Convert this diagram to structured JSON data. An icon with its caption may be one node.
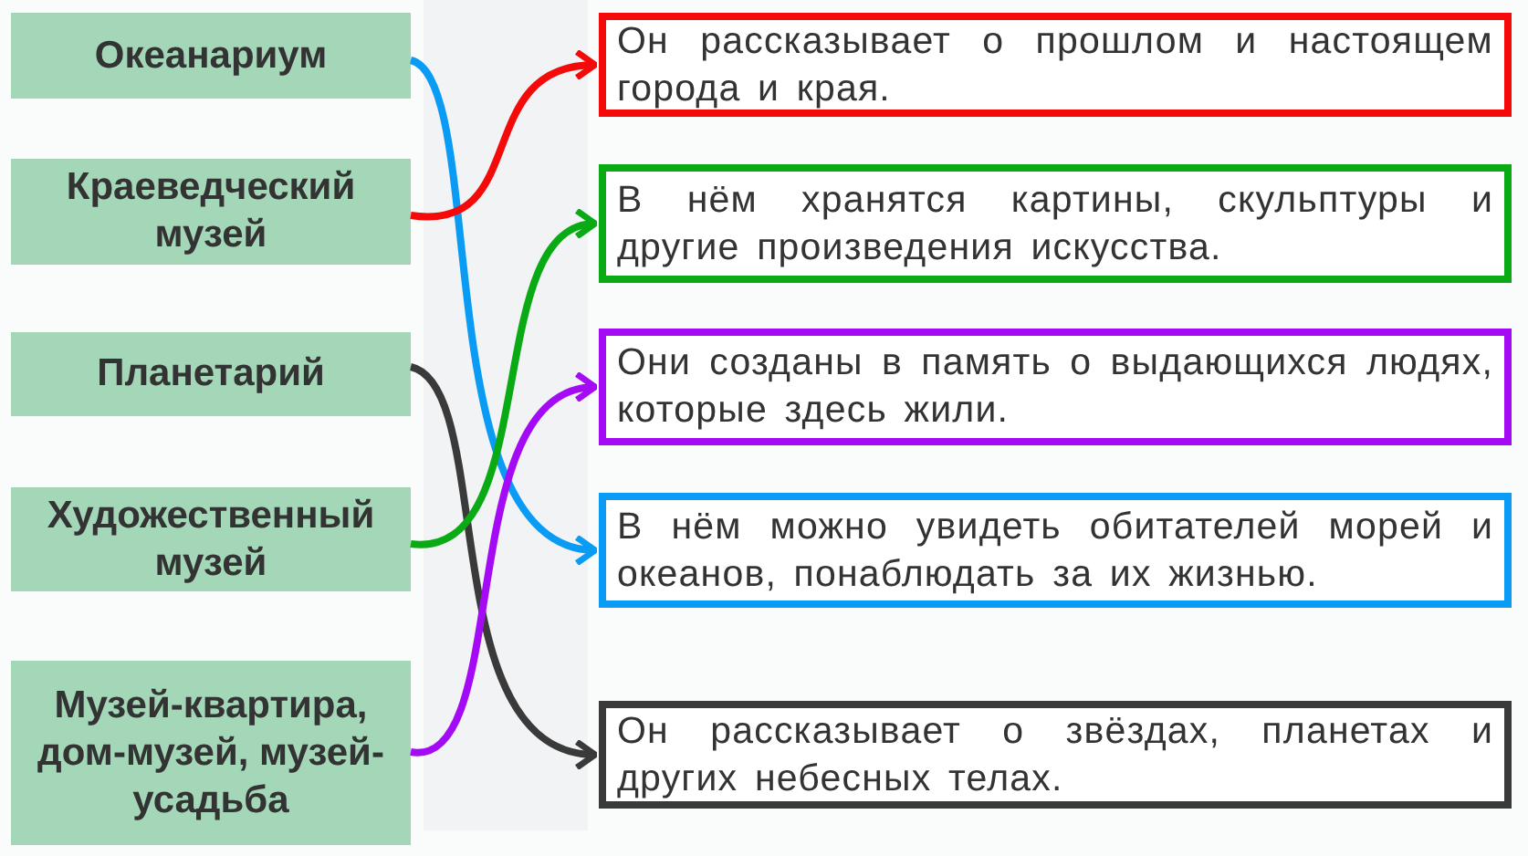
{
  "diagram": {
    "nodes": [
      {
        "text": [
          "Океанариум"
        ]
      },
      {
        "text": [
          "Краеведческий музей"
        ]
      },
      {
        "text": [
          "Планетарий"
        ]
      },
      {
        "text": [
          "Художественный музей"
        ]
      },
      {
        "text": [
          "Музей-квартира, дом-музей, музей-усадьба"
        ]
      },
      {
        "text": [
          "Он рассказывает о прошлом и настоящем города и края."
        ]
      },
      {
        "text": [
          "В нём хранятся картины, скульптуры и другие произведения искусства."
        ]
      },
      {
        "text": [
          "Они созданы в память о выдающихся людях, которые здесь жили."
        ]
      },
      {
        "text": [
          "В нём можно увидеть обитателей морей и океанов, понаблюдать за их жизнью."
        ]
      },
      {
        "text": [
          "Он рассказывает о звёздах, планетах и других небесных телах."
        ]
      }
    ],
    "edges": [
      {
        "from": 0,
        "to": 8,
        "arrow": "to",
        "color": "#0a9bf5"
      },
      {
        "from": 1,
        "to": 5,
        "arrow": "to",
        "color": "#f50a0a"
      },
      {
        "from": 2,
        "to": 9,
        "arrow": "to",
        "color": "#3a3a3a"
      },
      {
        "from": 3,
        "to": 6,
        "arrow": "to",
        "color": "#0aaa14"
      },
      {
        "from": 4,
        "to": 7,
        "arrow": "to",
        "color": "#a50af5"
      }
    ]
  }
}
